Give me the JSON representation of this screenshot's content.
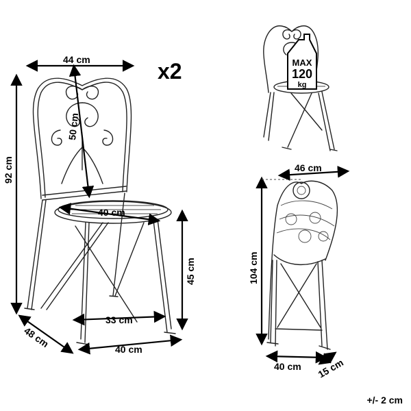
{
  "quantity_label": "x2",
  "main_chair": {
    "width": "44 cm",
    "height": "92 cm",
    "backrest_height": "50 cm",
    "seat_diameter": "40 cm",
    "seat_height": "45 cm",
    "inner_base_width": "33 cm",
    "depth": "48 cm",
    "base_width": "40 cm"
  },
  "load_badge": {
    "max": "MAX",
    "value": "120",
    "unit": "kg"
  },
  "folded_chair": {
    "width": "46 cm",
    "height": "104 cm",
    "base_width": "40 cm",
    "thickness": "15 cm"
  },
  "tolerance": "+/- 2 cm"
}
